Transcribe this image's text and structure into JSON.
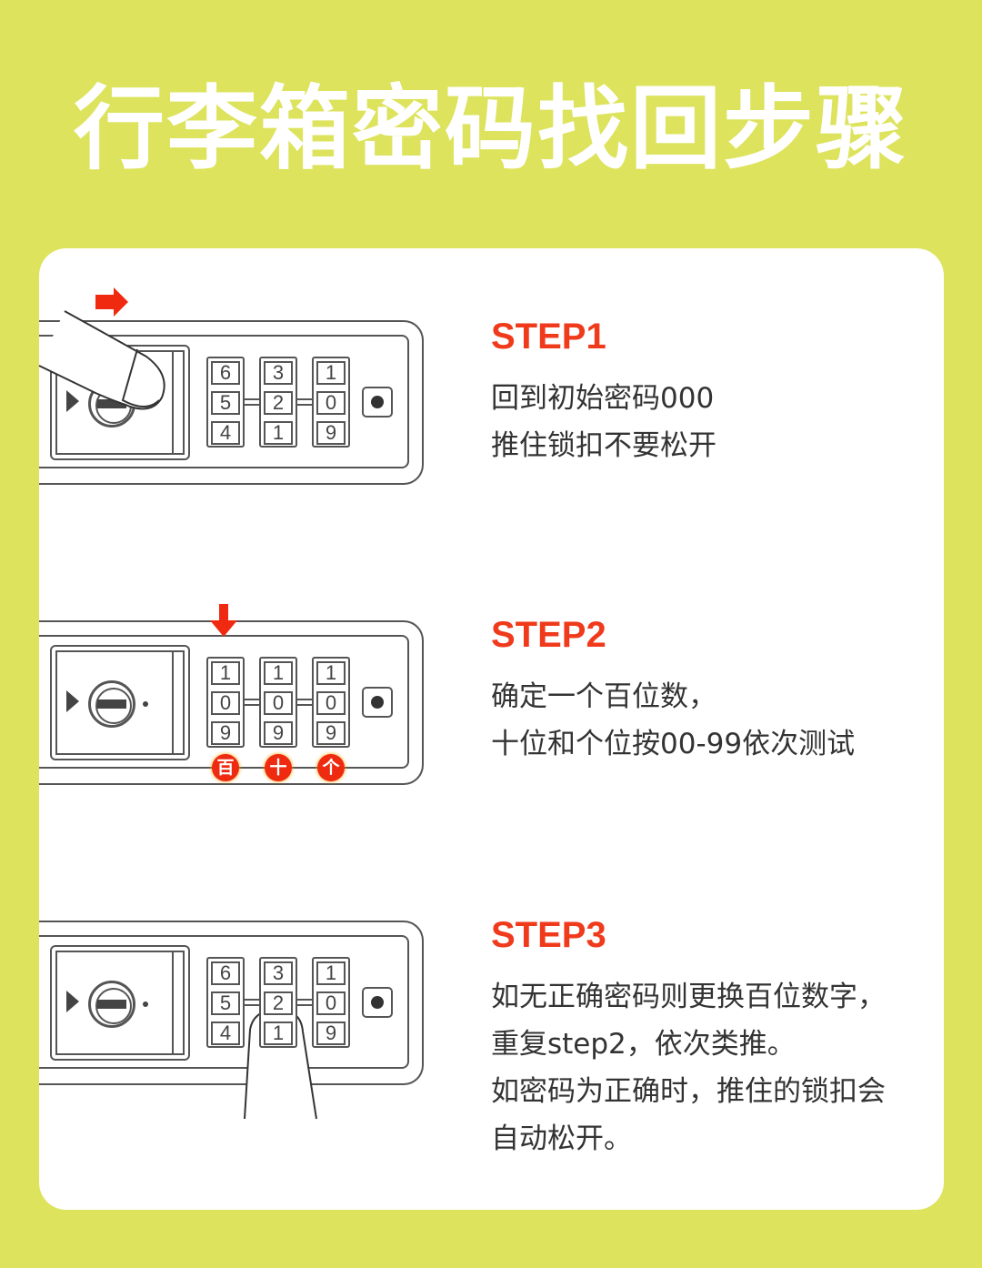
{
  "title": "行李箱密码找回步骤",
  "colors": {
    "background": "#dde35c",
    "accent": "#f03a1c"
  },
  "steps": [
    {
      "label": "STEP1",
      "lines": [
        "回到初始密码000",
        "推住锁扣不要松开"
      ],
      "wheels": [
        [
          "6",
          "5",
          "4"
        ],
        [
          "3",
          "2",
          "1"
        ],
        [
          "1",
          "0",
          "9"
        ]
      ],
      "icon": "finger-press-latch-arrow-right"
    },
    {
      "label": "STEP2",
      "lines": [
        "确定一个百位数，",
        "十位和个位按00-99依次测试"
      ],
      "wheels": [
        [
          "1",
          "0",
          "9"
        ],
        [
          "1",
          "0",
          "9"
        ],
        [
          "1",
          "0",
          "9"
        ]
      ],
      "badges": [
        "百",
        "十",
        "个"
      ],
      "icon": "arrow-down"
    },
    {
      "label": "STEP3",
      "lines": [
        "如无正确密码则更换百位数字，",
        "重复step2，依次类推。",
        "如密码为正确时，推住的锁扣会",
        "自动松开。"
      ],
      "wheels": [
        [
          "6",
          "5",
          "4"
        ],
        [
          "3",
          "2",
          "1"
        ],
        [
          "1",
          "0",
          "9"
        ]
      ],
      "icon": "finger-turn-wheel"
    }
  ]
}
